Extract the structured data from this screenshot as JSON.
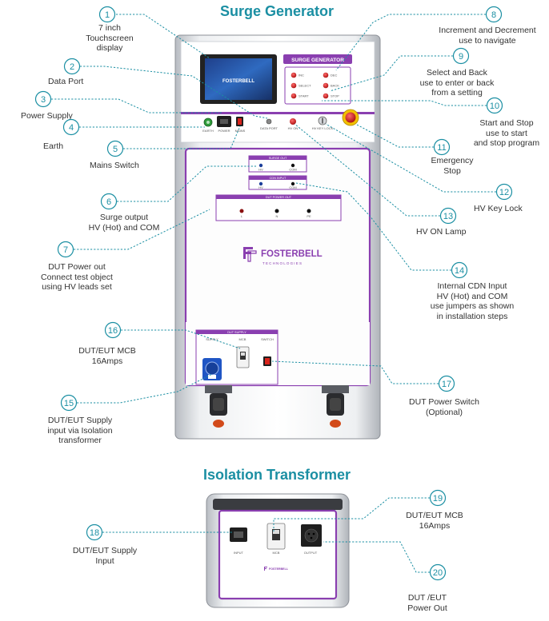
{
  "titles": {
    "surge_generator": "Surge Generator",
    "isolation_transformer": "Isolation Transformer"
  },
  "colors": {
    "title": "#1b8fa3",
    "purple": "#8a3fb0",
    "callout_stroke": "#1b8fa3",
    "dashed_line": "#1b8fa3"
  },
  "callouts": [
    {
      "num": "1",
      "lines": [
        "7 inch",
        "Touchscreen",
        "display"
      ]
    },
    {
      "num": "2",
      "lines": [
        "Data Port"
      ]
    },
    {
      "num": "3",
      "lines": [
        "Power Supply"
      ]
    },
    {
      "num": "4",
      "lines": [
        "Earth"
      ]
    },
    {
      "num": "5",
      "lines": [
        "Mains Switch"
      ]
    },
    {
      "num": "6",
      "lines": [
        "Surge output",
        "HV (Hot) and COM"
      ]
    },
    {
      "num": "7",
      "lines": [
        "DUT Power out",
        "Connect test object",
        "using HV leads set"
      ]
    },
    {
      "num": "8",
      "lines": [
        "Increment and Decrement",
        "use to navigate"
      ]
    },
    {
      "num": "9",
      "lines": [
        "Select and Back",
        "use to enter or back",
        "from a setting"
      ]
    },
    {
      "num": "10",
      "lines": [
        "Start and Stop",
        "use to start",
        "and stop program"
      ]
    },
    {
      "num": "11",
      "lines": [
        "Emergency",
        "Stop"
      ]
    },
    {
      "num": "12",
      "lines": [
        "HV Key Lock"
      ]
    },
    {
      "num": "13",
      "lines": [
        "HV ON Lamp"
      ]
    },
    {
      "num": "14",
      "lines": [
        "Internal CDN Input",
        "HV (Hot) and COM",
        "use jumpers as shown",
        "in installation steps"
      ]
    },
    {
      "num": "15",
      "lines": [
        "DUT/EUT Supply",
        "input via Isolation",
        "transformer"
      ]
    },
    {
      "num": "16",
      "lines": [
        "DUT/EUT MCB",
        "16Amps"
      ]
    },
    {
      "num": "17",
      "lines": [
        "DUT Power Switch",
        "(Optional)"
      ]
    },
    {
      "num": "18",
      "lines": [
        "DUT/EUT Supply",
        "Input"
      ]
    },
    {
      "num": "19",
      "lines": [
        "DUT/EUT MCB",
        "16Amps"
      ]
    },
    {
      "num": "20",
      "lines": [
        "DUT /EUT",
        "Power Out"
      ]
    }
  ],
  "device": {
    "panel_title": "SURGE GENERATOR",
    "brand": "FOSTERBELL",
    "brand_sub": "TECHNOLOGIES",
    "screen_logo": "FOSTERBELL",
    "key_labels": [
      "INC",
      "DEC",
      "SELECT",
      "BACK",
      "START",
      "STOP"
    ],
    "front_labels": [
      "EARTH",
      "POWER",
      "MAINS",
      "DATA PORT",
      "HV ON",
      "HV KEY LOCK"
    ],
    "surge_out_title": "SURGE OUT",
    "cdn_title": "CDN INPUT",
    "hv_label": "HV",
    "com_label": "COM",
    "dut_power_title": "DUT POWER OUT",
    "dut_terminals": [
      "L",
      "N",
      "PE"
    ],
    "dut_supply_title": "DUT SUPPLY",
    "dut_supply_labels": [
      "SUPPLY",
      "MCB",
      "SWITCH"
    ],
    "iso_labels": [
      "INPUT",
      "MCB",
      "OUTPUT"
    ]
  }
}
